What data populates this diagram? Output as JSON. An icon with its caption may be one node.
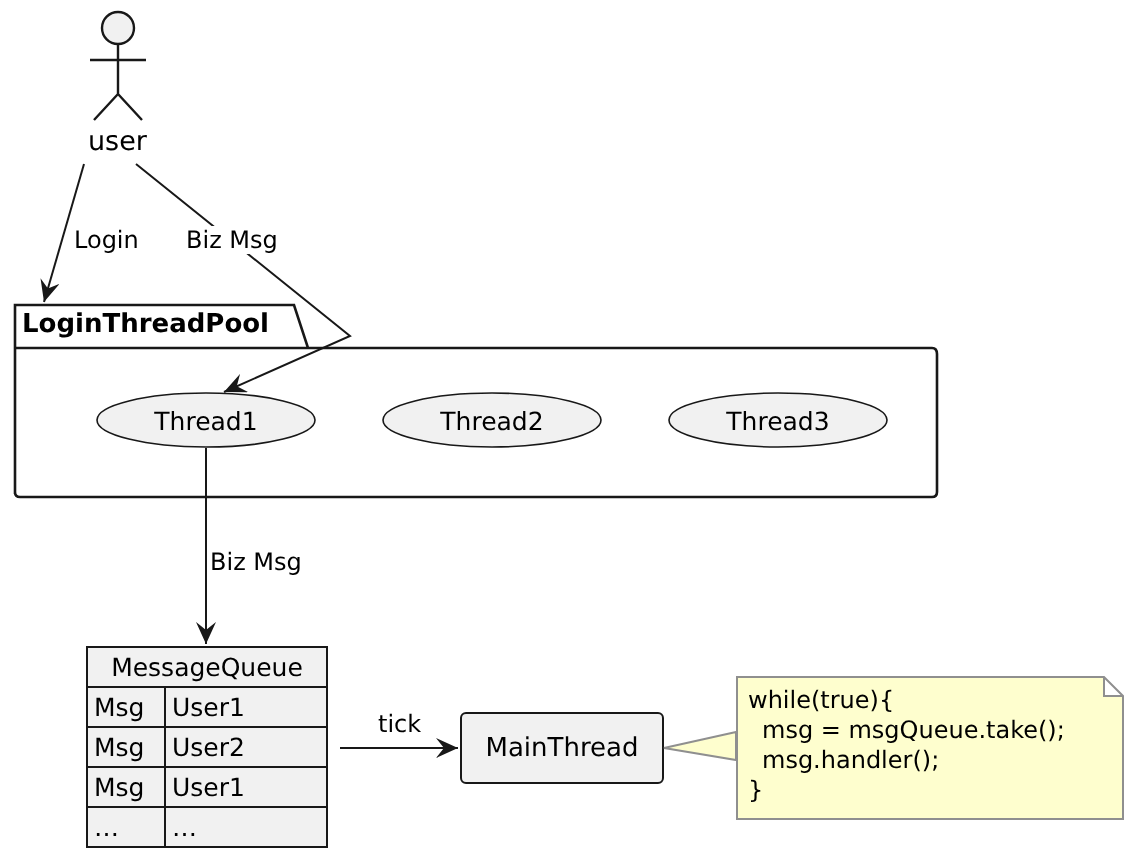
{
  "diagram": {
    "nodes": [
      {
        "text": [
          "user"
        ]
      },
      {
        "text": [
          "LoginThreadPool"
        ]
      },
      {
        "text": [
          "Thread1"
        ],
        "in": 1
      },
      {
        "text": [
          "Thread2"
        ],
        "in": 1
      },
      {
        "text": [
          "Thread3"
        ],
        "in": 1
      },
      {
        "text": [
          "MessageQueue",
          "Msg",
          "User1",
          "Msg",
          "User2",
          "Msg",
          "User1",
          "…",
          "…"
        ]
      },
      {
        "text": [
          "MainThread"
        ]
      },
      {
        "text": [
          "while(true){",
          "msg = msgQueue.take();",
          "msg.handler();",
          "}"
        ]
      }
    ],
    "edges": [
      {
        "from": 0,
        "to": 1,
        "arrow": "to",
        "label": "Login"
      },
      {
        "from": 0,
        "to": 2,
        "arrow": "to",
        "label": "Biz Msg"
      },
      {
        "from": 2,
        "to": 5,
        "arrow": "to",
        "label": "Biz Msg"
      },
      {
        "from": 5,
        "to": 6,
        "arrow": "to",
        "label": "tick"
      },
      {
        "from": 7,
        "to": 6,
        "arrow": "none"
      }
    ]
  }
}
